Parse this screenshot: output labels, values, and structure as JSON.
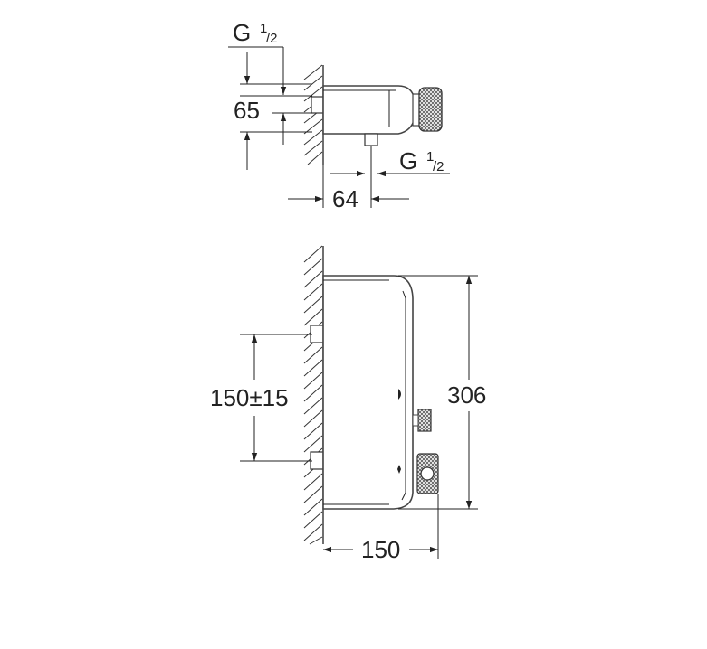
{
  "side_view": {
    "inlet_thread_top": {
      "main": "G",
      "sup": "1",
      "sub": "/2"
    },
    "height_dim": "65",
    "outlet_thread": {
      "main": "G",
      "sup": "1",
      "sub": "/2"
    },
    "depth_dim": "64"
  },
  "front_view": {
    "spacing_dim": "150±15",
    "height_dim": "306",
    "width_dim": "150"
  }
}
